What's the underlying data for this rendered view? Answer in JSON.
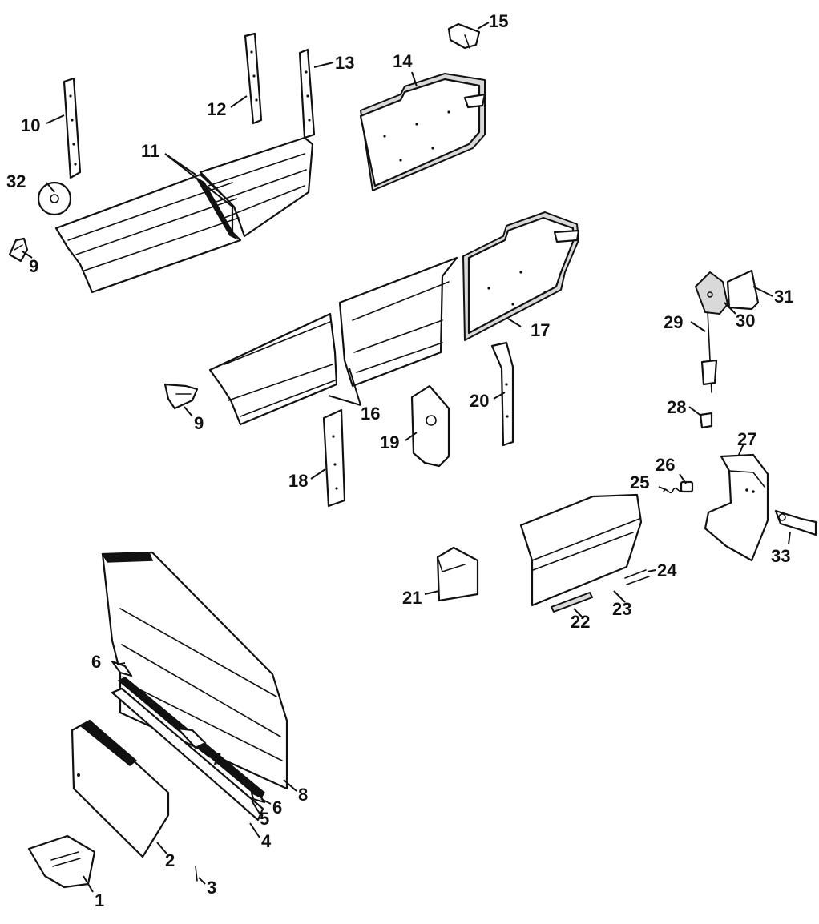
{
  "callouts": {
    "c1": "1",
    "c2": "2",
    "c3": "3",
    "c4": "4",
    "c5": "5",
    "c6a": "6",
    "c6b": "6",
    "c7": "7",
    "c8": "8",
    "c9a": "9",
    "c9b": "9",
    "c10": "10",
    "c11": "11",
    "c12": "12",
    "c13": "13",
    "c14": "14",
    "c15": "15",
    "c16": "16",
    "c17": "17",
    "c18": "18",
    "c19": "19",
    "c20": "20",
    "c21": "21",
    "c22": "22",
    "c23": "23",
    "c24": "24",
    "c25": "25",
    "c26": "26",
    "c27": "27",
    "c28": "28",
    "c29": "29",
    "c30": "30",
    "c31": "31",
    "c32": "32",
    "c33": "33"
  },
  "colors": {
    "line": "#111111",
    "background": "#ffffff"
  }
}
